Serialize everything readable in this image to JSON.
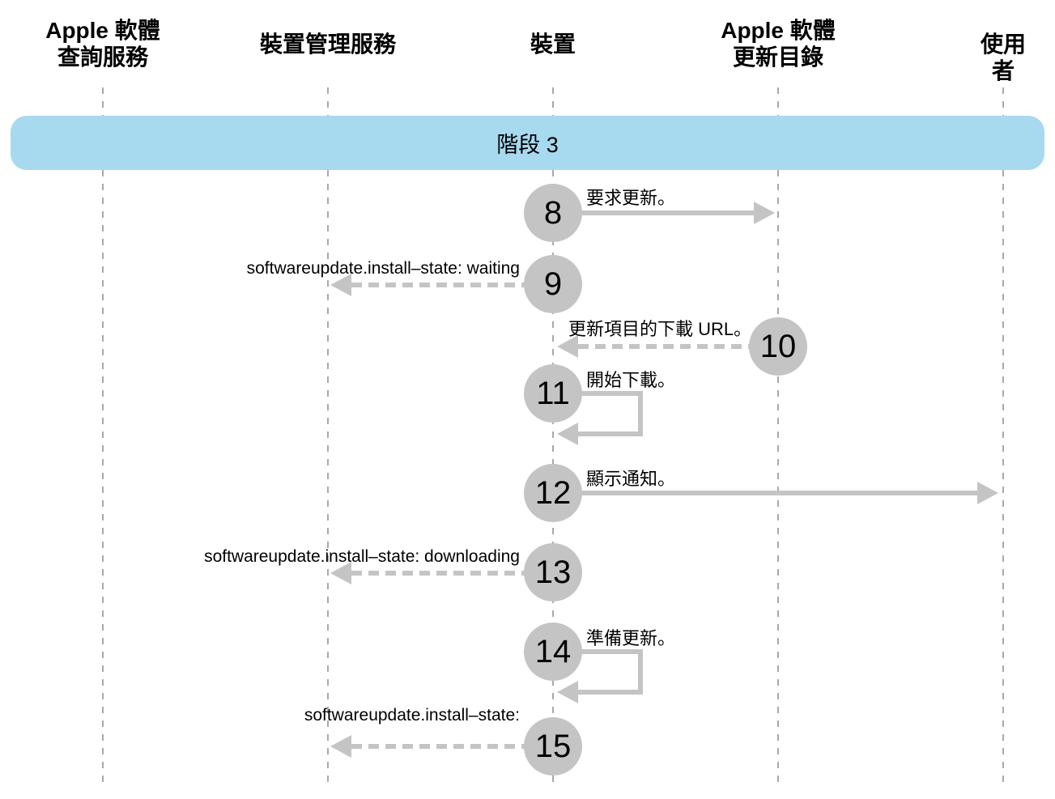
{
  "band": {
    "label": "階段 3",
    "fill_color": "#a7d9ef"
  },
  "actors": [
    {
      "id": "apple-software-lookup-service",
      "label": "Apple 軟體\n查詢服務"
    },
    {
      "id": "device-management-service",
      "label": "裝置管理服務"
    },
    {
      "id": "device",
      "label": "裝置"
    },
    {
      "id": "apple-software-update-catalog",
      "label": "Apple 軟體\n更新目錄"
    },
    {
      "id": "user",
      "label": "使用者"
    }
  ],
  "steps": [
    {
      "num": "8",
      "label": "要求更新。",
      "from": "裝置",
      "to": "Apple 軟體更新目錄",
      "arrow": "solid-right"
    },
    {
      "num": "9",
      "label": "softwareupdate.install–state: waiting",
      "from": "裝置",
      "to": "裝置管理服務",
      "arrow": "dashed-left"
    },
    {
      "num": "10",
      "label": "更新項目的下載 URL。",
      "from": "Apple 軟體更新目錄",
      "to": "裝置",
      "arrow": "dashed-left"
    },
    {
      "num": "11",
      "label": "開始下載。",
      "from": "裝置",
      "to": "裝置",
      "arrow": "self-loop"
    },
    {
      "num": "12",
      "label": "顯示通知。",
      "from": "裝置",
      "to": "使用者",
      "arrow": "solid-right"
    },
    {
      "num": "13",
      "label": "softwareupdate.install–state: downloading",
      "from": "裝置",
      "to": "裝置管理服務",
      "arrow": "dashed-left"
    },
    {
      "num": "14",
      "label": "準備更新。",
      "from": "裝置",
      "to": "裝置",
      "arrow": "self-loop"
    },
    {
      "num": "15",
      "label": "softwareupdate.install–state:",
      "from": "裝置",
      "to": "裝置管理服務",
      "arrow": "dashed-left"
    }
  ],
  "colors": {
    "band_fill": "#a7d9ef",
    "shape_gray": "#c4c4c4",
    "lifeline_gray": "#a9a9a9",
    "text": "#000000",
    "background": "#ffffff"
  }
}
